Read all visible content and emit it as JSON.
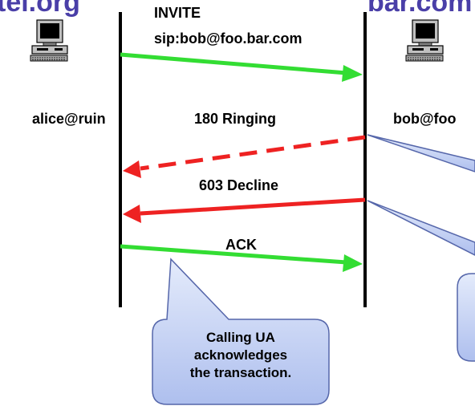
{
  "header": {
    "left_title": "tel.org",
    "right_title": "bar.com"
  },
  "parties": {
    "caller": {
      "label": "alice@ruin",
      "icon": "computer-icon"
    },
    "callee": {
      "label": "bob@foo",
      "icon": "computer-icon"
    }
  },
  "messages": [
    {
      "line1": "INVITE",
      "line2": "sip:bob@foo.bar.com",
      "direction": "right",
      "color": "#33dd33",
      "style": "solid"
    },
    {
      "line1": "180 Ringing",
      "direction": "left",
      "color": "#ee2222",
      "style": "dashed"
    },
    {
      "line1": "603 Decline",
      "direction": "left",
      "color": "#ee2222",
      "style": "solid"
    },
    {
      "line1": "ACK",
      "direction": "right",
      "color": "#33dd33",
      "style": "solid"
    }
  ],
  "callout": {
    "lines": [
      "Calling UA",
      "acknowledges",
      "the transaction."
    ],
    "fill": "#c5d3f5"
  },
  "colors": {
    "title": "#4a3fa8",
    "lifeline": "#000000",
    "callout_border": "#5566aa"
  }
}
